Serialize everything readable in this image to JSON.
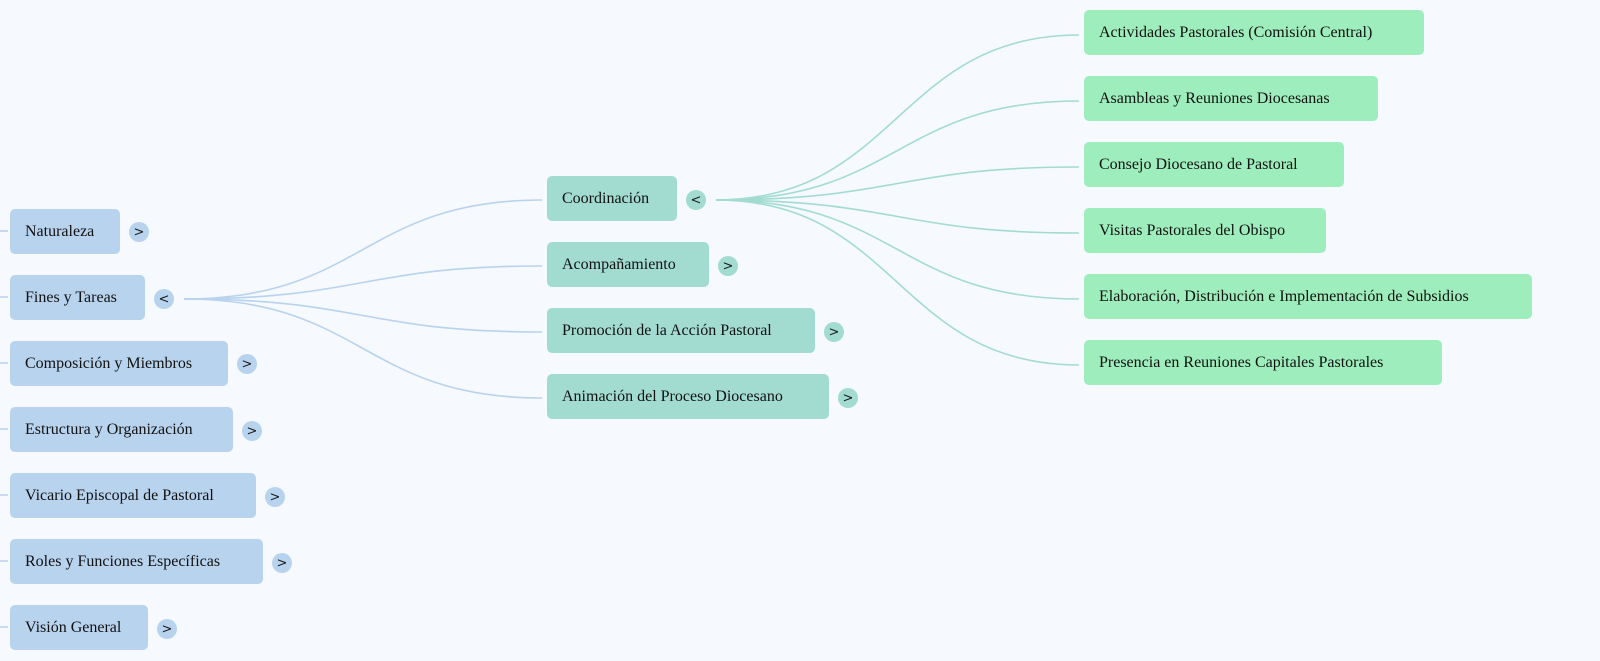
{
  "colors": {
    "background": "#f6f9fe",
    "level1_fill": "#b8d3ee",
    "level2_fill": "#a2dcd1",
    "level3_fill": "#9eeebd",
    "level1_link": "#b8d3ee",
    "level2_link": "#a2dcd1"
  },
  "icons": {
    "collapsed": "chevron-right-icon",
    "expanded": "chevron-left-icon"
  },
  "level1": [
    {
      "label": "Naturaleza",
      "toggle": ">"
    },
    {
      "label": "Fines y Tareas",
      "toggle": "<"
    },
    {
      "label": "Composición y Miembros",
      "toggle": ">"
    },
    {
      "label": "Estructura y Organización",
      "toggle": ">"
    },
    {
      "label": "Vicario Episcopal de Pastoral",
      "toggle": ">"
    },
    {
      "label": "Roles y Funciones Específicas",
      "toggle": ">"
    },
    {
      "label": "Visión General",
      "toggle": ">"
    }
  ],
  "level2": [
    {
      "label": "Coordinación",
      "toggle": "<"
    },
    {
      "label": "Acompañamiento",
      "toggle": ">"
    },
    {
      "label": "Promoción de la Acción Pastoral",
      "toggle": ">"
    },
    {
      "label": "Animación del Proceso Diocesano",
      "toggle": ">"
    }
  ],
  "level3": [
    {
      "label": "Actividades Pastorales (Comisión Central)"
    },
    {
      "label": "Asambleas y Reuniones Diocesanas"
    },
    {
      "label": "Consejo Diocesano de Pastoral"
    },
    {
      "label": "Visitas Pastorales del Obispo"
    },
    {
      "label": "Elaboración, Distribución e Implementación de Subsidios"
    },
    {
      "label": "Presencia en Reuniones Capitales Pastorales"
    }
  ]
}
